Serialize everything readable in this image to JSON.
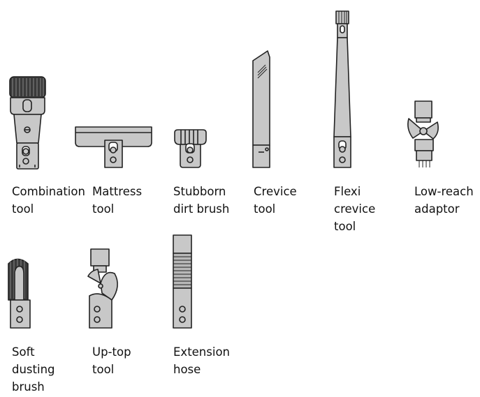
{
  "colors": {
    "tool_fill": "#c8c8c8",
    "tool_stroke": "#222222",
    "bristles": "#3a3a3a",
    "text": "#111111"
  },
  "tools": [
    {
      "key": "combination",
      "icon": "combination-tool-icon",
      "label": "Combination\ntool"
    },
    {
      "key": "mattress",
      "icon": "mattress-tool-icon",
      "label": "Mattress\ntool"
    },
    {
      "key": "stubborn",
      "icon": "stubborn-dirt-brush-icon",
      "label": "Stubborn\ndirt brush"
    },
    {
      "key": "crevice",
      "icon": "crevice-tool-icon",
      "label": "Crevice\ntool"
    },
    {
      "key": "flexi",
      "icon": "flexi-crevice-tool-icon",
      "label": "Flexi\ncrevice\ntool"
    },
    {
      "key": "lowreach",
      "icon": "low-reach-adaptor-icon",
      "label": "Low-reach\nadaptor"
    },
    {
      "key": "soft",
      "icon": "soft-dusting-brush-icon",
      "label": "Soft\ndusting\nbrush"
    },
    {
      "key": "uptop",
      "icon": "up-top-tool-icon",
      "label": "Up-top\ntool"
    },
    {
      "key": "extension",
      "icon": "extension-hose-icon",
      "label": "Extension\nhose"
    }
  ]
}
